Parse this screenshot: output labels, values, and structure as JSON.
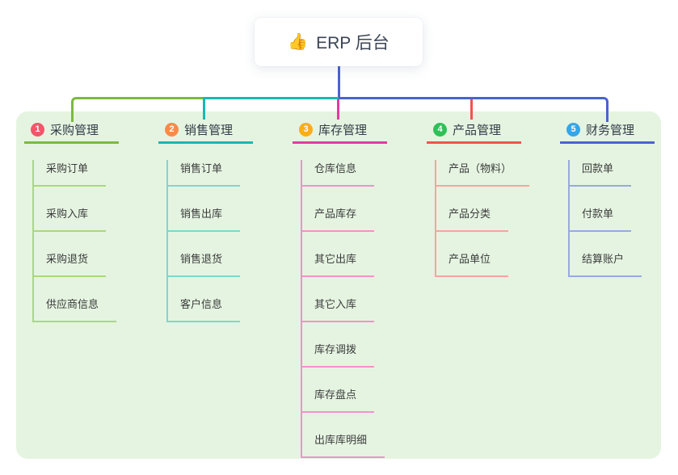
{
  "root": {
    "emoji": "👍",
    "label": "ERP 后台"
  },
  "canvas": {
    "panel_bg": "#E5F4E1",
    "root_bg": "#FFFFFF",
    "root_text_color": "#3B4556",
    "item_text_color": "#3C3C3C"
  },
  "branches": [
    {
      "number": "1",
      "title": "采购管理",
      "badge_color": "#F4556B",
      "line_color": "#7CB93F",
      "sub_line_color": "#A9D87E",
      "items": [
        "采购订单",
        "采购入库",
        "采购退货",
        "供应商信息"
      ]
    },
    {
      "number": "2",
      "title": "销售管理",
      "badge_color": "#FA8A4B",
      "line_color": "#17B9B1",
      "sub_line_color": "#7FD6CF",
      "items": [
        "销售订单",
        "销售出库",
        "销售退货",
        "客户信息"
      ]
    },
    {
      "number": "3",
      "title": "库存管理",
      "badge_color": "#FBAD18",
      "line_color": "#E23BA2",
      "sub_line_color": "#F391CB",
      "items": [
        "仓库信息",
        "产品库存",
        "其它出库",
        "其它入库",
        "库存调拨",
        "库存盘点",
        "出库库明细"
      ]
    },
    {
      "number": "4",
      "title": "产品管理",
      "badge_color": "#2EC158",
      "line_color": "#F3534E",
      "sub_line_color": "#F8A3A0",
      "items": [
        "产品（物料）",
        "产品分类",
        "产品单位"
      ]
    },
    {
      "number": "5",
      "title": "财务管理",
      "badge_color": "#37A5E6",
      "line_color": "#4A63CE",
      "sub_line_color": "#98A9E0",
      "items": [
        "回款单",
        "付款单",
        "结算账户"
      ]
    }
  ]
}
